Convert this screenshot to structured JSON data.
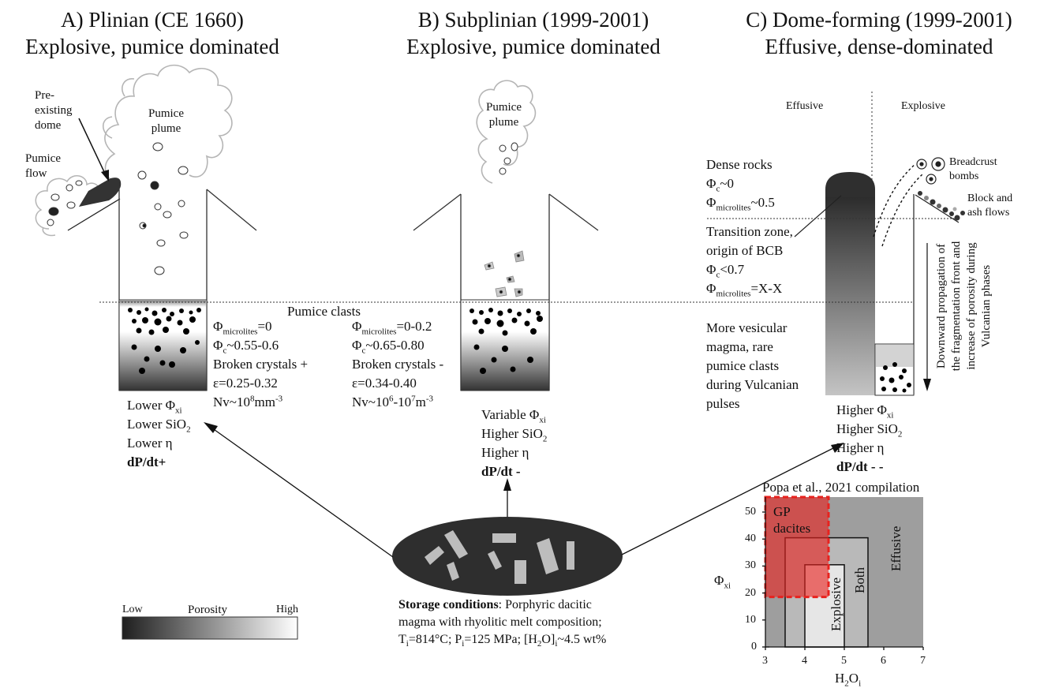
{
  "titles": {
    "a": {
      "l1": "A) Plinian (CE 1660)",
      "l2": "Explosive, pumice dominated"
    },
    "b": {
      "l1": "B) Subplinian (1999-2001)",
      "l2": "Explosive, pumice dominated"
    },
    "c": {
      "l1": "C) Dome-forming (1999-2001)",
      "l2": "Effusive, dense-dominated"
    }
  },
  "panel_a": {
    "labels": {
      "pre1": "Pre-",
      "pre2": "existing",
      "pre3": "dome",
      "flow1": "Pumice",
      "flow2": "flow",
      "plume1": "Pumice",
      "plume2": "plume"
    },
    "props": {
      "p1a": "Φ",
      "p1b": "microlites",
      "p1c": "=0",
      "p2a": "Φ",
      "p2b": "c",
      "p2c": "~0.55-0.6",
      "p3": "Broken crystals +",
      "p4": "ε=0.25-0.32",
      "p5a": "Nv~10",
      "p5b": "8",
      "p5c": "mm",
      "p5d": "-3"
    },
    "bottom": {
      "b1a": "Lower Φ",
      "b1b": "xi",
      "b2a": "Lower SiO",
      "b2b": "2",
      "b3": "Lower η",
      "b4": "dP/dt+"
    }
  },
  "pumice_clasts": "Pumice clasts",
  "panel_b": {
    "labels": {
      "plume1": "Pumice",
      "plume2": "plume"
    },
    "props": {
      "p1a": "Φ",
      "p1b": "microlites",
      "p1c": "=0-0.2",
      "p2a": "Φ",
      "p2b": "c",
      "p2c": "~0.65-0.80",
      "p3": "Broken crystals -",
      "p4": "ε=0.34-0.40",
      "p5a": "Nv~10",
      "p5b": "6",
      "p5c": "-10",
      "p5d": "7",
      "p5e": "m",
      "p5f": "-3"
    },
    "bottom": {
      "b1a": "Variable Φ",
      "b1b": "xi",
      "b2": "Higher SiO",
      "b2b": "2",
      "b3": "Higher η",
      "b4": "dP/dt -"
    }
  },
  "panel_c": {
    "effusive": "Effusive",
    "explosive": "Explosive",
    "dense": {
      "d1": "Dense rocks",
      "d2a": "Φ",
      "d2b": "c",
      "d2c": "~0",
      "d3a": "Φ",
      "d3b": "microlites",
      "d3c": "~0.5"
    },
    "transition": {
      "t1": "Transition zone,",
      "t2": "origin of BCB",
      "t3a": "Φ",
      "t3b": "c",
      "t3c": "<0.7",
      "t4a": "Φ",
      "t4b": "microlites",
      "t4c": "=X-X"
    },
    "vesicular": {
      "v1": "More vesicular",
      "v2": "magma, rare",
      "v3": "pumice clasts",
      "v4": "during Vulcanian",
      "v5": "pulses"
    },
    "bcb1": "Breadcrust",
    "bcb2": "bombs",
    "baf1": "Block and",
    "baf2": "ash flows",
    "downward": {
      "l1": "Downward propagation of",
      "l2": "the fragmentation front and",
      "l3": "increase of porosity during",
      "l4": "Vulcanian phases"
    },
    "bottom": {
      "b1a": "Higher Φ",
      "b1b": "xi",
      "b2a": "Higher SiO",
      "b2b": "2",
      "b3": "Higher η",
      "b4": "dP/dt - -"
    }
  },
  "storage": {
    "bold": "Storage conditions",
    "l1": ": Porphyric dacitic",
    "l2": "magma with rhyolitic melt composition;",
    "l3a": "T",
    "l3b": "i",
    "l3c": "=814°C; P",
    "l3d": "i",
    "l3e": "=125 MPa; [H",
    "l3f": "2",
    "l3g": "O]",
    "l3h": "i",
    "l3i": "~4.5 wt%"
  },
  "porosity": {
    "low": "Low",
    "label": "Porosity",
    "high": "High"
  },
  "inset": {
    "title": "Popa et al., 2021 compilation",
    "y_label_a": "Φ",
    "y_label_b": "xi",
    "x_label_a": "H",
    "x_label_b": "2",
    "x_label_c": "O",
    "x_label_d": "i",
    "region_gp1": "GP",
    "region_gp2": "dacites",
    "region_effusive": "Effusive",
    "region_both": "Both",
    "region_explosive": "Explosive",
    "x_ticks": [
      "3",
      "4",
      "5",
      "6",
      "7"
    ],
    "y_ticks": [
      "0",
      "10",
      "20",
      "30",
      "40",
      "50"
    ]
  },
  "colors": {
    "gp_red": "#e8221e",
    "dark": "#2b2b2b",
    "inset_bg": "#9e9e9e"
  }
}
